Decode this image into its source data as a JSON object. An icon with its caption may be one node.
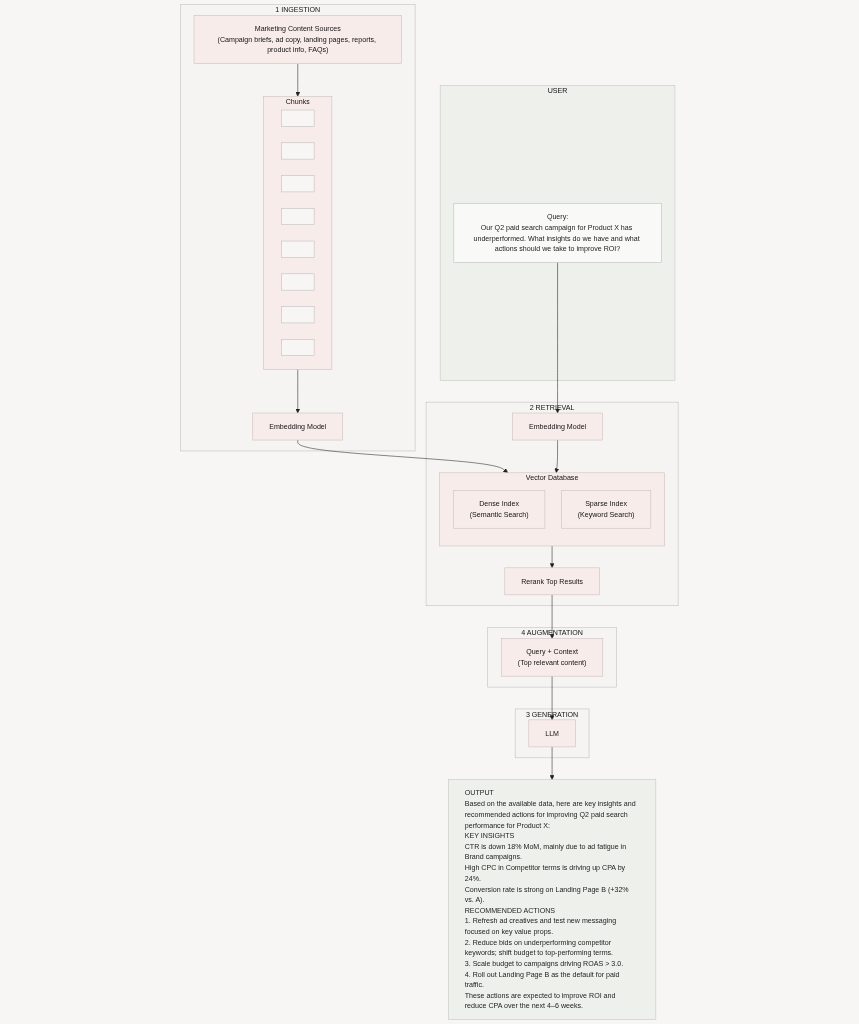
{
  "diagram": {
    "nodes": [
      {
        "text": [
          "1",
          "INGESTION"
        ]
      },
      {
        "text": [
          "Marketing Content Sources",
          "(Campaign briefs, ad copy, landing pages, reports, product info, FAQs)"
        ],
        "in": 0
      },
      {
        "text": [
          "Chunks"
        ],
        "in": 0
      },
      {
        "text": [],
        "shape": "box",
        "in": 2
      },
      {
        "text": [],
        "shape": "box",
        "in": 2
      },
      {
        "text": [],
        "shape": "box",
        "in": 2
      },
      {
        "text": [],
        "shape": "box",
        "in": 2
      },
      {
        "text": [],
        "shape": "box",
        "in": 2
      },
      {
        "text": [],
        "shape": "box",
        "in": 2
      },
      {
        "text": [],
        "shape": "box",
        "in": 2
      },
      {
        "text": [],
        "shape": "box",
        "in": 2
      },
      {
        "text": [
          "Embedding Model"
        ],
        "in": 0
      },
      {
        "text": [
          "2",
          "RETRIEVAL"
        ]
      },
      {
        "text": [
          "USER"
        ]
      },
      {
        "text": [
          "Query:",
          "Our Q2 paid search campaign for Product X has underperformed. What insights do we have and what actions should we take to improve ROI?"
        ],
        "in": 13
      },
      {
        "text": [
          "Embedding Model"
        ],
        "in": 12
      },
      {
        "text": [
          "Vector Database"
        ],
        "in": 12
      },
      {
        "text": [
          "Dense Index",
          "(Semantic Search)"
        ],
        "in": 16
      },
      {
        "text": [
          "Sparse Index",
          "(Keyword Search)"
        ],
        "in": 16
      },
      {
        "text": [
          "Rerank Top Results"
        ],
        "in": 12
      },
      {
        "text": [
          "3",
          "GENERATION"
        ]
      },
      {
        "text": [
          "LLM"
        ],
        "in": 20
      },
      {
        "text": [
          "4",
          "AUGMENTATION"
        ]
      },
      {
        "text": [
          "Query + Context",
          "(Top relevant content)"
        ],
        "in": 22
      },
      {
        "text": [
          "OUTPUT",
          "Based on the available data, here are key insights and recommended actions for improving Q2 paid search performance for Product X:",
          "KEY INSIGHTS",
          "CTR is down 18% MoM, mainly due to ad fatigue in Brand campaigns.",
          "High CPC in Competitor terms is driving up CPA by 24%.",
          "Conversion rate is strong on Landing Page B (+32% vs. A).",
          "RECOMMENDED ACTIONS",
          "1. Refresh ad creatives and test new messaging focused on key value props.",
          "2. Reduce bids on underperforming competitor keywords; shift budget to top-performing terms.",
          "3. Scale budget to campaigns driving ROAS > 3.0.",
          "4. Roll out Landing Page B as the default for paid traffic.",
          "These actions are expected to improve ROI and reduce CPA over the next 4–6 weeks."
        ]
      }
    ],
    "edges": [
      {
        "from": 1,
        "to": 2,
        "arrow": "to"
      },
      {
        "from": 2,
        "to": 11,
        "arrow": "to"
      },
      {
        "from": 11,
        "to": 16,
        "arrow": "to"
      },
      {
        "from": 14,
        "to": 15,
        "arrow": "to"
      },
      {
        "from": 15,
        "to": 16,
        "arrow": "to"
      },
      {
        "from": 16,
        "to": 19,
        "arrow": "to"
      },
      {
        "from": 19,
        "to": 23,
        "arrow": "to"
      },
      {
        "from": 23,
        "to": 21,
        "arrow": "to"
      },
      {
        "from": 21,
        "to": 24,
        "arrow": "to"
      }
    ]
  }
}
